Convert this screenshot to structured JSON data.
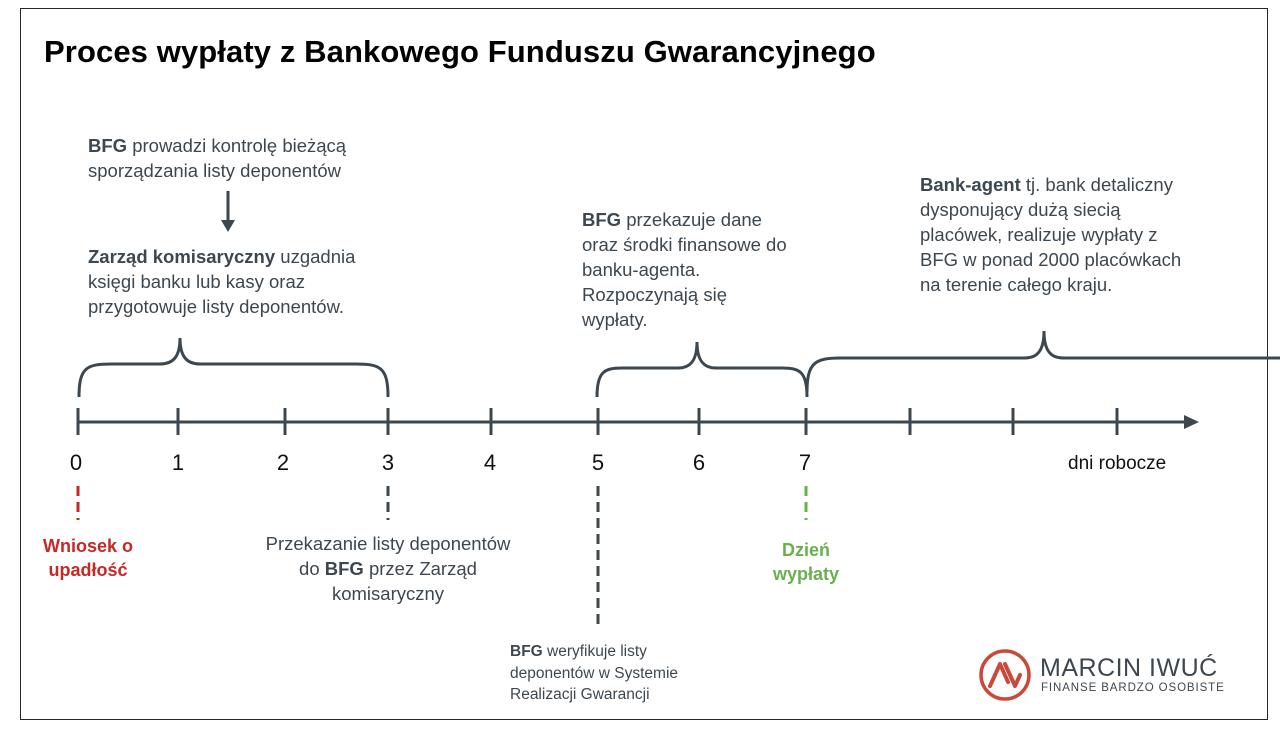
{
  "title": "Proces wypłaty z Bankowego Funduszu Gwarancyjnego",
  "colors": {
    "text": "#3d4750",
    "red": "#c62828",
    "green": "#6aaf50",
    "logo": "#c9493b"
  },
  "top_notes": {
    "bfg_control": {
      "bold": "BFG",
      "rest": " prowadzi kontrolę bieżącą sporządzania listy deponentów"
    },
    "management": {
      "bold": "Zarząd komisaryczny",
      "rest": " uzgadnia księgi banku lub kasy oraz przygotowuje listy deponentów."
    },
    "bfg_transfer": {
      "bold": "BFG",
      "rest": " przekazuje dane oraz środki finansowe do banku-agenta. Rozpoczynają się wypłaty."
    },
    "bank_agent": {
      "bold": "Bank-agent",
      "rest": " tj. bank detaliczny dysponujący dużą siecią placówek, realizuje wypłaty z BFG w ponad 2000 placówkach na terenie całego kraju."
    }
  },
  "timeline": {
    "ticks": [
      "0",
      "1",
      "2",
      "3",
      "4",
      "5",
      "6",
      "7"
    ],
    "unit": "dni robocze"
  },
  "bottom_notes": {
    "bankruptcy": "Wniosek o upadłość",
    "handover": {
      "pre": "Przekazanie listy deponentów do ",
      "bold": "BFG",
      "post": " przez Zarząd komisaryczny"
    },
    "verification": {
      "bold": "BFG",
      "rest": " weryfikuje listy deponentów w Systemie Realizacji Gwarancji"
    },
    "payout_day": "Dzień wypłaty"
  },
  "logo": {
    "name": "MARCIN IWUĆ",
    "tagline": "FINANSE BARDZO OSOBISTE"
  }
}
